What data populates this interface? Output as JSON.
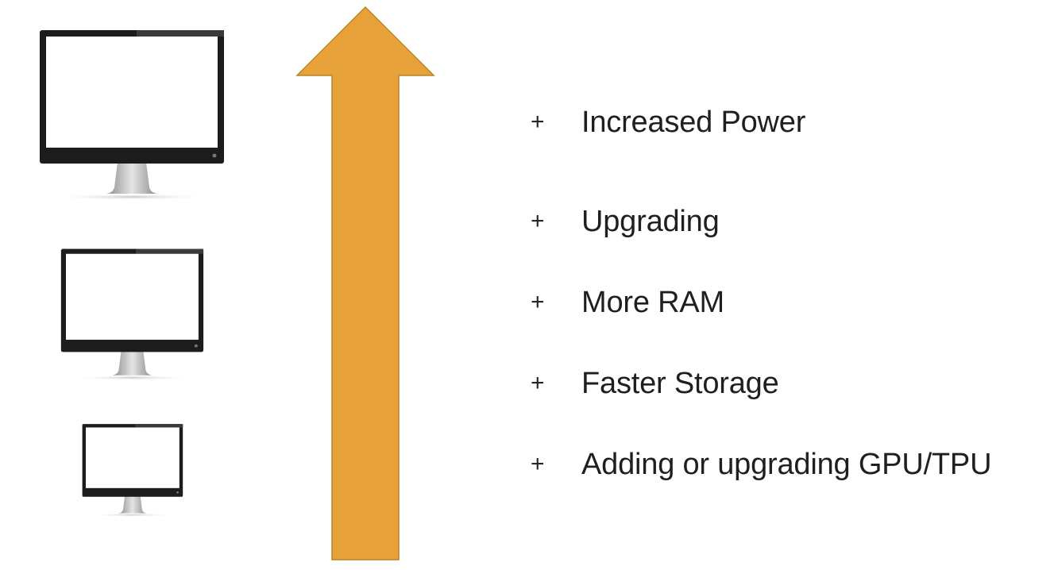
{
  "colors": {
    "arrow": "#E8A23A",
    "arrow_border": "#B98226",
    "monitor_bezel": "#1c1c1c",
    "monitor_screen": "#ffffff",
    "stand": "#b8b8b8"
  },
  "icons": [
    "desktop-monitor-icon",
    "up-arrow-icon"
  ],
  "benefits": [
    {
      "marker": "+",
      "text": "Increased Power"
    },
    {
      "marker": "+",
      "text": "Upgrading"
    },
    {
      "marker": "+",
      "text": "More RAM"
    },
    {
      "marker": "+",
      "text": "Faster Storage"
    },
    {
      "marker": "+",
      "text": "Adding or upgrading GPU/TPU"
    }
  ]
}
